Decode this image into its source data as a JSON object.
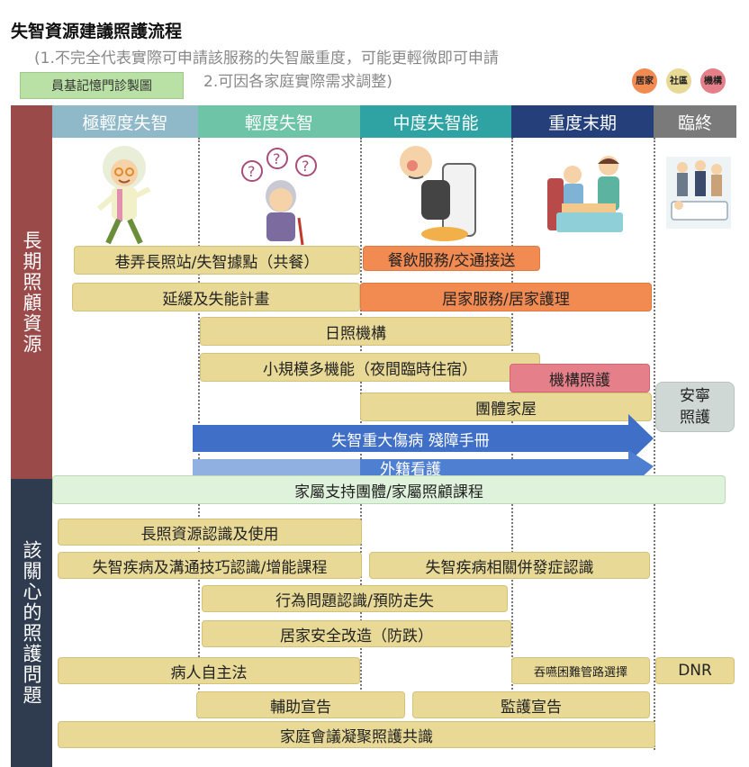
{
  "header": {
    "title": "失智資源建議照護流程",
    "note_line1": "(1.不完全代表實際可申請該服務的失智嚴重度，可能更輕微即可申請",
    "note_line2": "2.可因各家庭實際需求調整)",
    "credit": "員基記憶門診製圖"
  },
  "legend": [
    {
      "label": "居家",
      "color": "#f28b52"
    },
    {
      "label": "社區",
      "color": "#e8d996"
    },
    {
      "label": "機構",
      "color": "#e57f89"
    }
  ],
  "sidebar": {
    "top": "長期照顧資源",
    "bottom": "該關心的照護問題"
  },
  "stages": [
    {
      "label": "極輕度失智",
      "color": "#8fb8c9"
    },
    {
      "label": "輕度失智",
      "color": "#6ec4a6"
    },
    {
      "label": "中度失智能",
      "color": "#2fa3a3"
    },
    {
      "label": "重度末期",
      "color": "#243f7a"
    },
    {
      "label": "臨終",
      "color": "#7a7a7a"
    }
  ],
  "illustrations": [
    {
      "name": "happy-elder-icon"
    },
    {
      "name": "confused-elder-icon"
    },
    {
      "name": "sick-elder-icon"
    },
    {
      "name": "caregiver-feeding-icon"
    },
    {
      "name": "hospital-bed-icon"
    }
  ],
  "resources": {
    "r1": "巷弄長照站/失智據點（共餐）",
    "r2": "餐飲服務/交通接送",
    "r3": "延緩及失能計畫",
    "r4": "居家服務/居家護理",
    "r5": "日照機構",
    "r6": "小規模多機能（夜間臨時住宿）",
    "r7": "機構照護",
    "r8": "安寧照護",
    "r9": "團體家屋",
    "r10": "失智重大傷病 殘障手冊",
    "r11": "外籍看護",
    "r12": "家屬支持團體/家屬照顧課程"
  },
  "issues": {
    "i1": "長照資源認識及使用",
    "i2": "失智疾病及溝通技巧認識/增能課程",
    "i3": "失智疾病相關併發症認識",
    "i4": "行為問題認識/預防走失",
    "i5": "居家安全改造（防跌）",
    "i6": "病人自主法",
    "i7": "吞嚥困難管路選擇",
    "i8": "DNR",
    "i9": "輔助宣告",
    "i10": "監護宣告",
    "i11": "家庭會議凝聚照護共識"
  }
}
